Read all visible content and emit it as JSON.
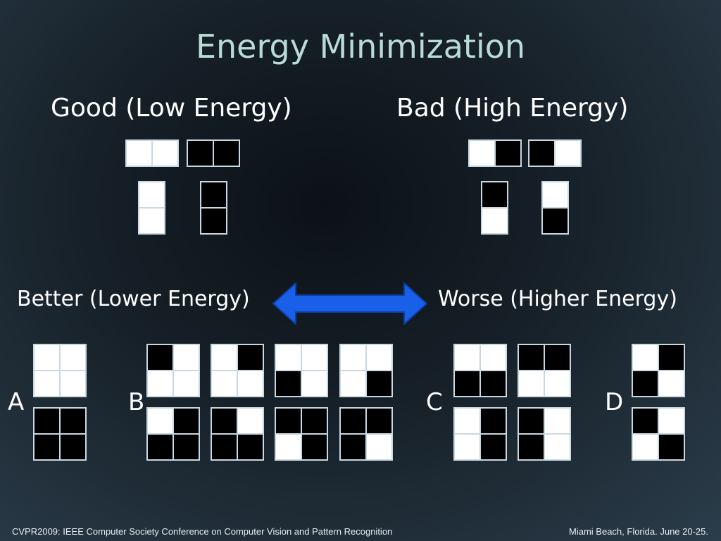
{
  "slide": {
    "title": "Energy Minimization",
    "good_label": "Good (Low Energy)",
    "bad_label": "Bad (High Energy)",
    "better_label": "Better (Lower Energy)",
    "worse_label": "Worse (Higher Energy)",
    "group_labels": {
      "a": "A",
      "b": "B",
      "c": "C",
      "d": "D"
    }
  },
  "footer": {
    "left": "CVPR2009: IEEE Computer Society Conference on Computer Vision and Pattern Recognition",
    "right": "Miami Beach, Florida. June 20-25."
  },
  "colors": {
    "title": "#b9dbd6",
    "arrow": "#1a5fe8",
    "cell_white": "#ffffff",
    "cell_black": "#000000",
    "cell_border": "#c8d8e2"
  },
  "patterns": {
    "good_pairs": [
      [
        "w",
        "w"
      ],
      [
        "b",
        "b"
      ],
      [
        "w",
        "w"
      ],
      [
        "b",
        "b"
      ]
    ],
    "bad_pairs": [
      [
        "w",
        "b"
      ],
      [
        "b",
        "w"
      ],
      [
        "b",
        "w"
      ],
      [
        "w",
        "b"
      ]
    ],
    "group_a": [
      [
        "w",
        "w",
        "w",
        "w"
      ],
      [
        "b",
        "b",
        "b",
        "b"
      ]
    ],
    "group_b": [
      [
        "b",
        "w",
        "w",
        "w"
      ],
      [
        "w",
        "b",
        "w",
        "w"
      ],
      [
        "w",
        "w",
        "b",
        "w"
      ],
      [
        "w",
        "w",
        "w",
        "b"
      ],
      [
        "w",
        "b",
        "b",
        "b"
      ],
      [
        "b",
        "w",
        "b",
        "b"
      ],
      [
        "b",
        "b",
        "w",
        "b"
      ],
      [
        "b",
        "b",
        "b",
        "w"
      ]
    ],
    "group_c": [
      [
        "w",
        "w",
        "b",
        "b"
      ],
      [
        "b",
        "b",
        "w",
        "w"
      ],
      [
        "w",
        "b",
        "w",
        "b"
      ],
      [
        "b",
        "w",
        "b",
        "w"
      ]
    ],
    "group_d": [
      [
        "w",
        "b",
        "b",
        "w"
      ],
      [
        "b",
        "w",
        "w",
        "b"
      ]
    ]
  }
}
